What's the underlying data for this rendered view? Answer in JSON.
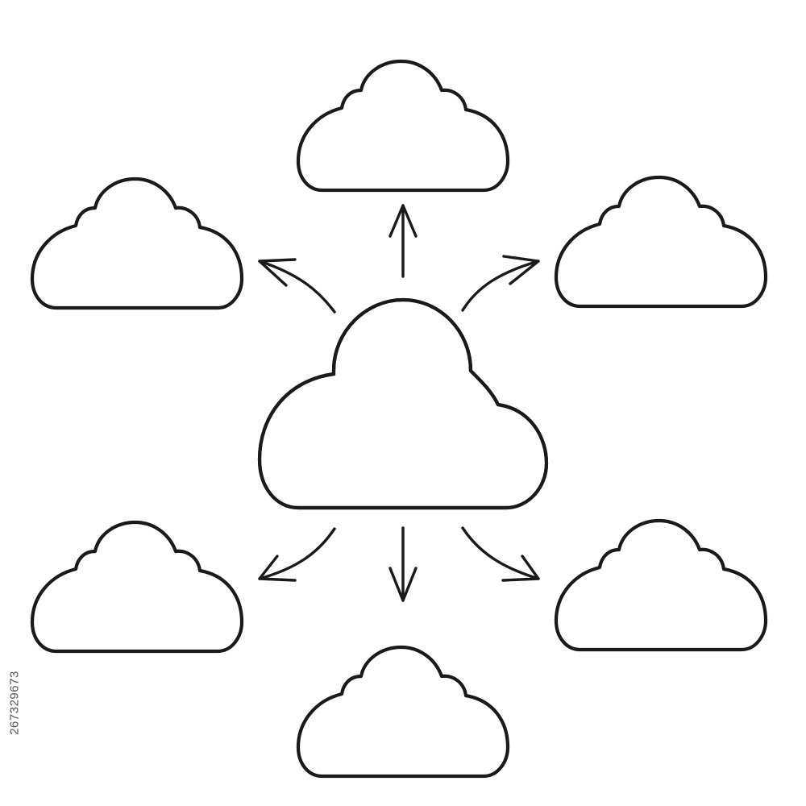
{
  "diagram": {
    "center": {
      "name": "center-cloud"
    },
    "branches": [
      {
        "name": "cloud-top"
      },
      {
        "name": "cloud-top-left"
      },
      {
        "name": "cloud-top-right"
      },
      {
        "name": "cloud-bottom-left"
      },
      {
        "name": "cloud-bottom"
      },
      {
        "name": "cloud-bottom-right"
      }
    ],
    "stroke_color": "#1a1a1a",
    "background_color": "#ffffff"
  },
  "watermark": {
    "stock_id_text": "267329673"
  }
}
